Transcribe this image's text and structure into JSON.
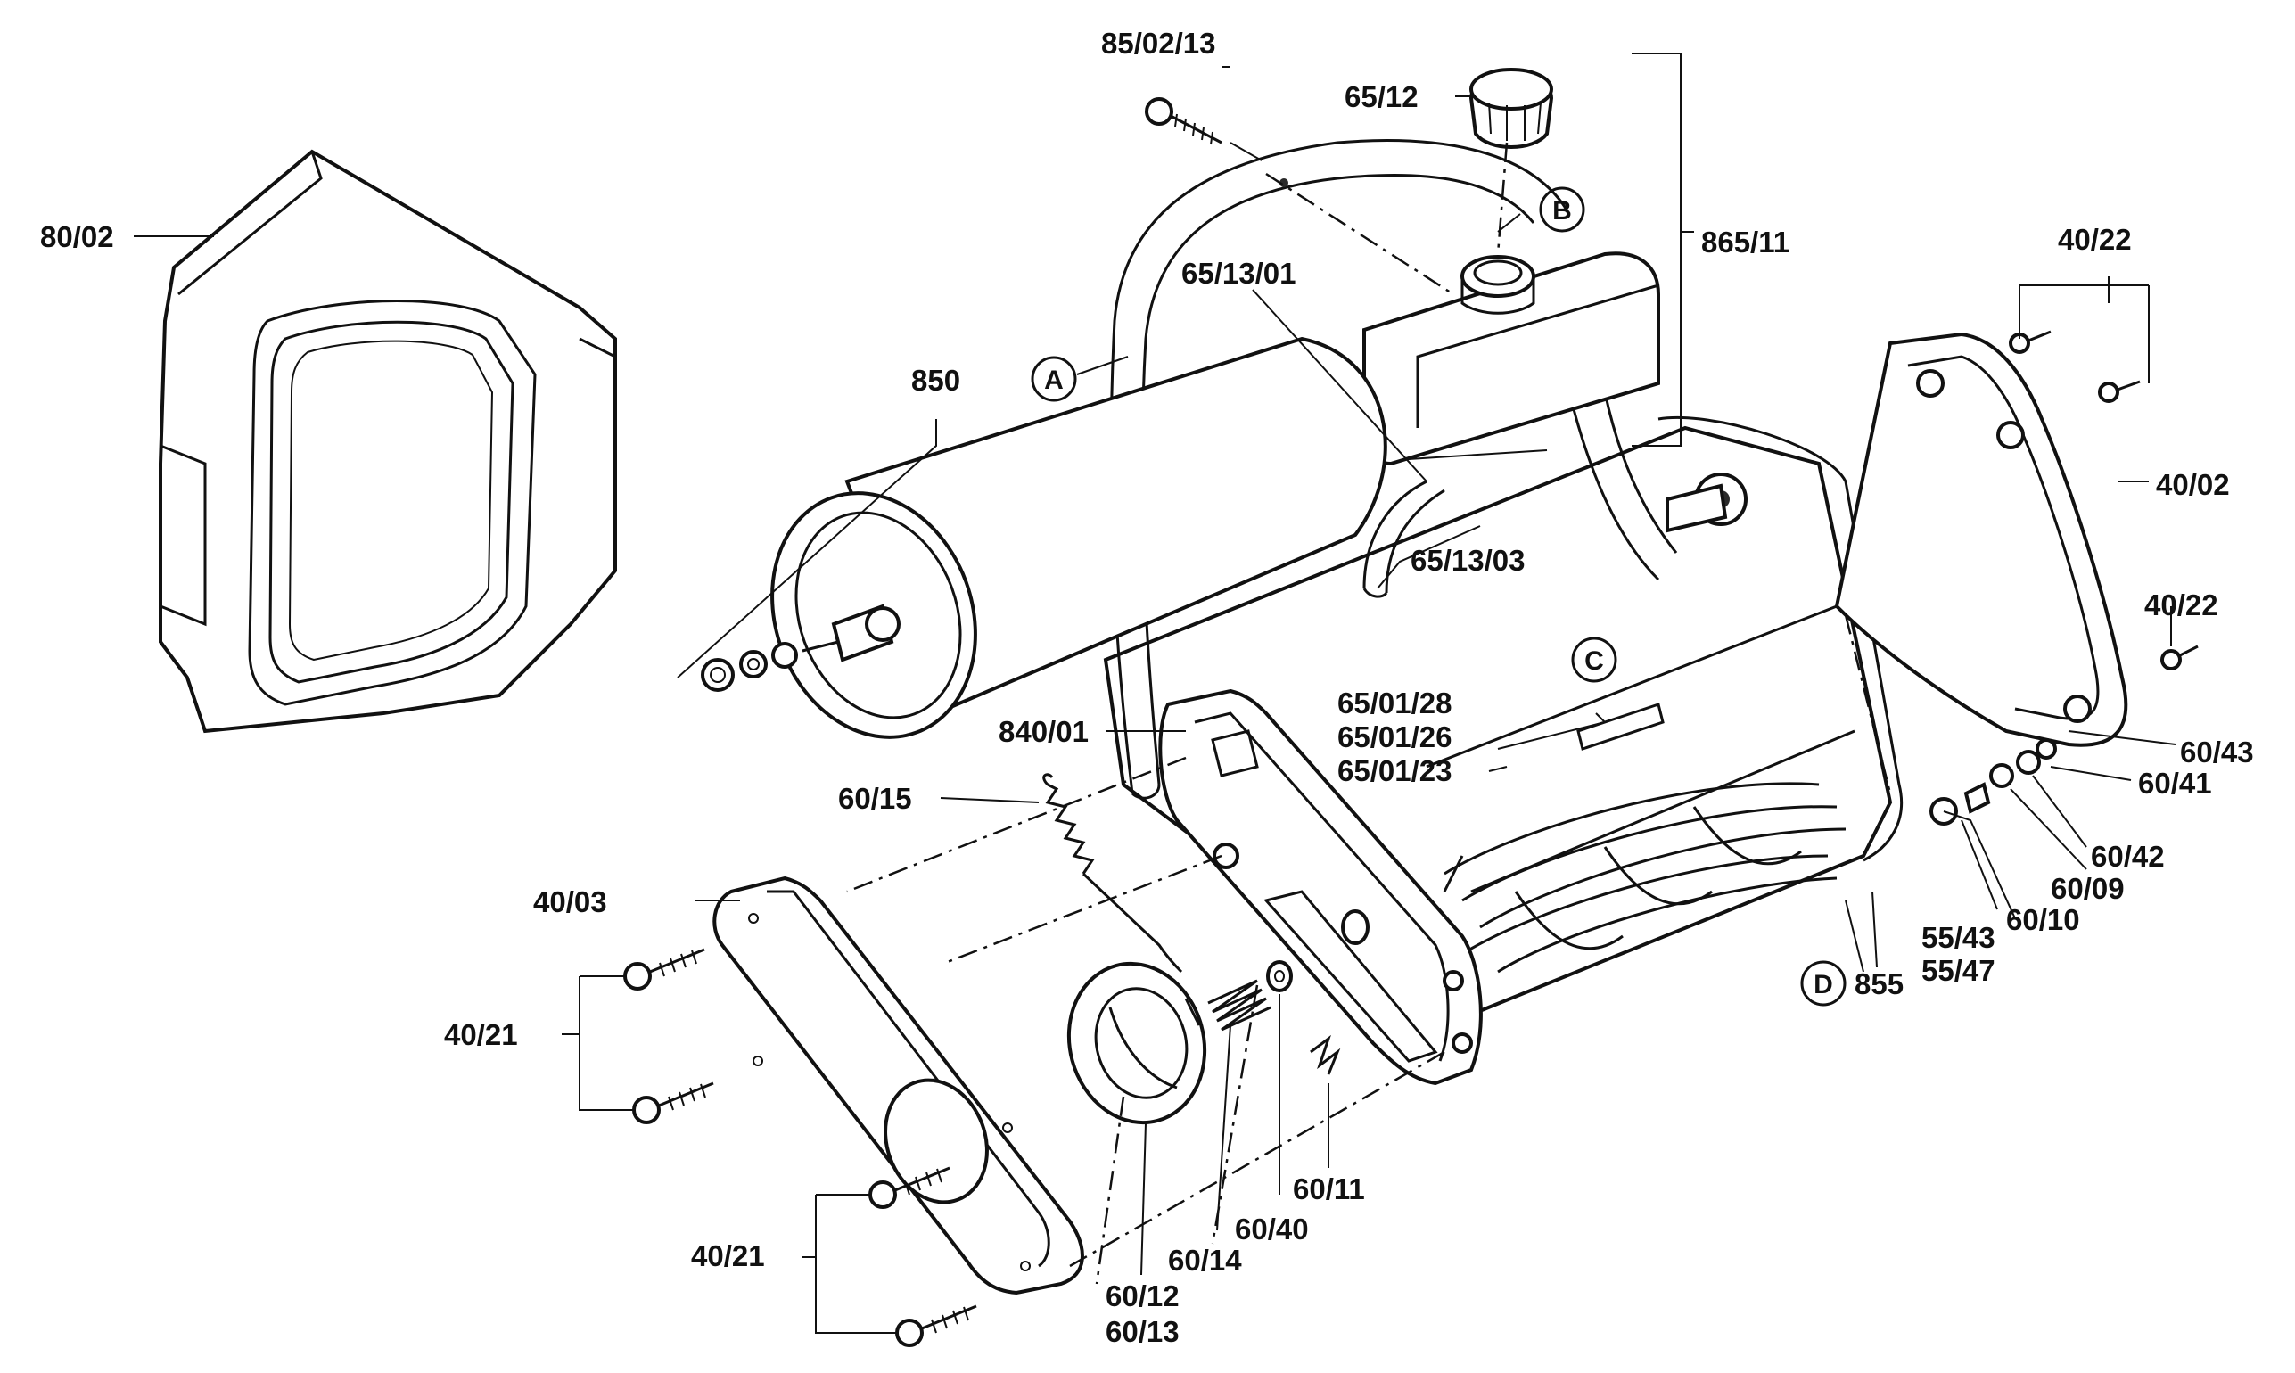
{
  "labels": {
    "l_80_02": "80/02",
    "l_85_02_13": "85/02/13",
    "l_65_12": "65/12",
    "l_B": "B",
    "l_865_11": "865/11",
    "l_65_13_01": "65/13/01",
    "l_A": "A",
    "l_850": "850",
    "l_40_22_top": "40/22",
    "l_40_02": "40/02",
    "l_65_13_03": "65/13/03",
    "l_40_22_bottom": "40/22",
    "l_C": "C",
    "l_840_01": "840/01",
    "l_65_01_28": "65/01/28",
    "l_65_01_26": "65/01/26",
    "l_65_01_23": "65/01/23",
    "l_60_43": "60/43",
    "l_60_41": "60/41",
    "l_60_15": "60/15",
    "l_60_42": "60/42",
    "l_60_09": "60/09",
    "l_40_03": "40/03",
    "l_55_43": "55/43",
    "l_60_10": "60/10",
    "l_D": "D",
    "l_855": "855",
    "l_55_47": "55/47",
    "l_40_21_top": "40/21",
    "l_60_11": "60/11",
    "l_60_40": "60/40",
    "l_40_21_bottom": "40/21",
    "l_60_14": "60/14",
    "l_60_12": "60/12",
    "l_60_13": "60/13"
  }
}
